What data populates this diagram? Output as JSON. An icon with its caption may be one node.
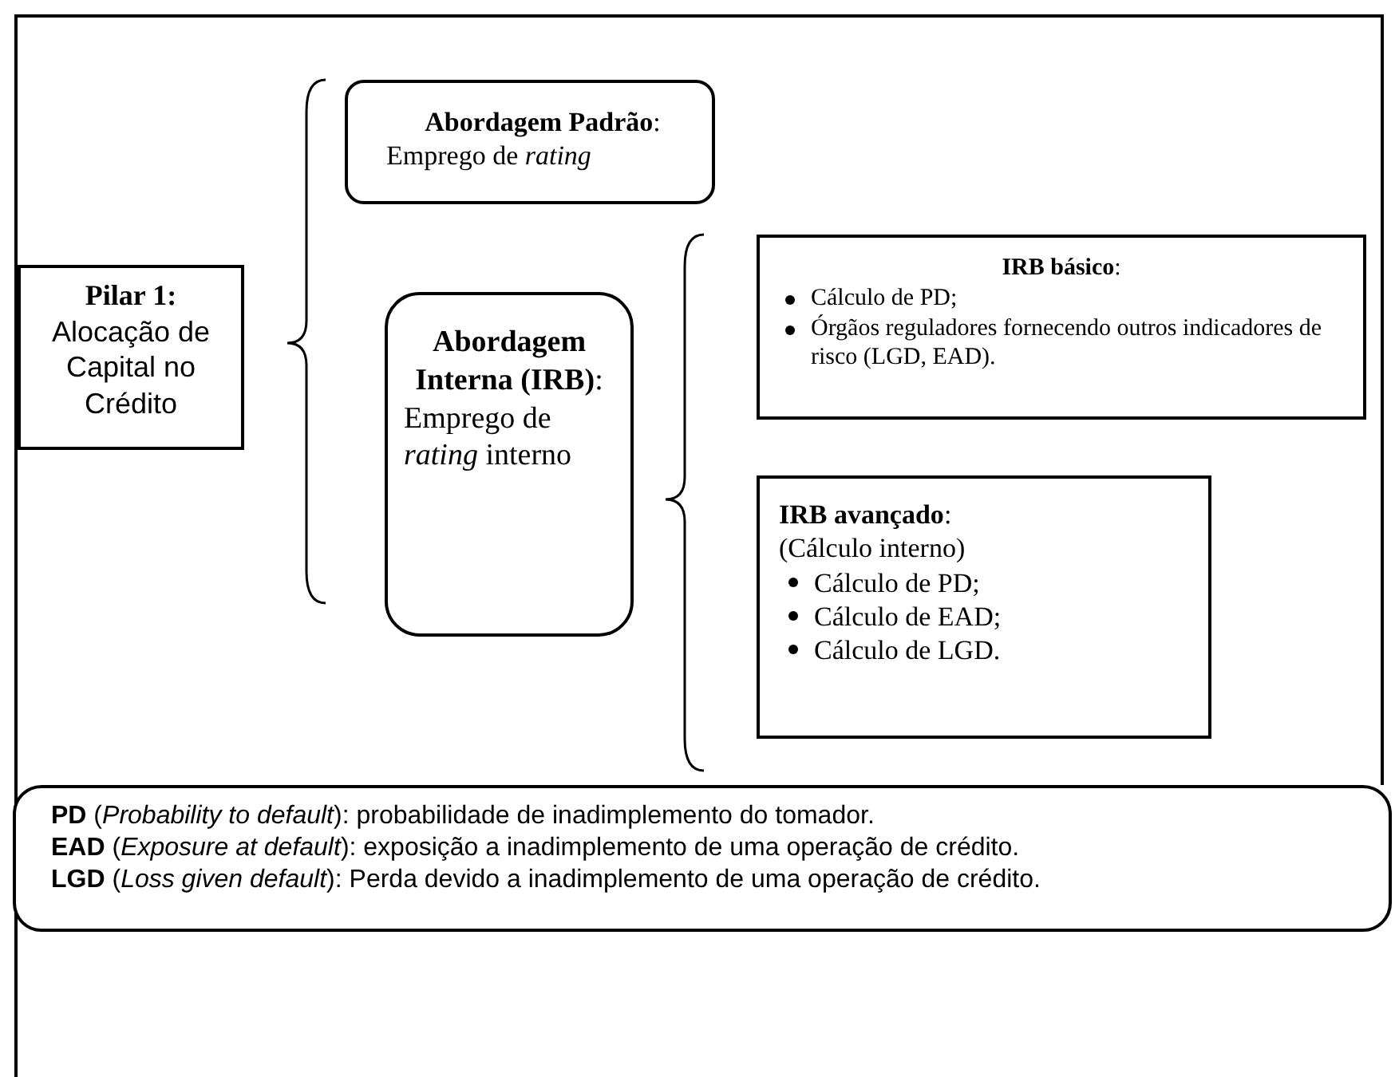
{
  "diagram": {
    "nodes": [
      {
        "text": [
          "Pilar 1:",
          "Alocação de Capital no Crédito"
        ]
      },
      {
        "text": [
          "**Abordagem Padrão**:",
          "Emprego de *rating*"
        ]
      },
      {
        "text": [
          "**Abordagem Interna (IRB)**:",
          "Emprego de *rating* interno"
        ]
      },
      {
        "text": [
          "**IRB básico**:",
          "Cálculo de PD;",
          "Órgãos reguladores fornecendo outros indicadores de risco (LGD, EAD)."
        ]
      },
      {
        "text": [
          "**IRB avançado**:",
          "(Cálculo interno)",
          "Cálculo de PD;",
          "Cálculo de  EAD;",
          "Cálculo de  LGD."
        ]
      },
      {
        "text": [
          "**PD** (*Probability to default*): probabilidade de inadimplemento do tomador.",
          "**EAD** (*Exposure at default*): exposição a inadimplemento de uma operação de crédito.",
          "**LGD** (*Loss given default*): Perda devido a inadimplemento de uma operação de crédito."
        ]
      }
    ]
  }
}
